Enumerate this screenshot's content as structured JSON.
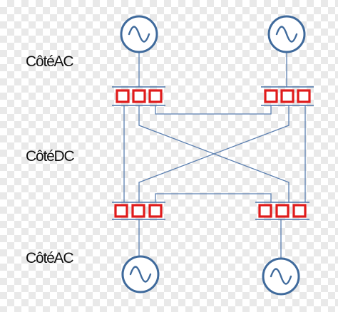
{
  "labels": {
    "top": "CôtéAC",
    "middle": "CôtéDC",
    "bottom": "CôtéAC"
  },
  "colors": {
    "wire": "#5b7fb0",
    "source_ring": "#3f6a9c",
    "converter": "#e01b1b"
  },
  "icons": {
    "ac_source": "sine-wave-icon",
    "converter_cell": "square-cell-icon"
  }
}
